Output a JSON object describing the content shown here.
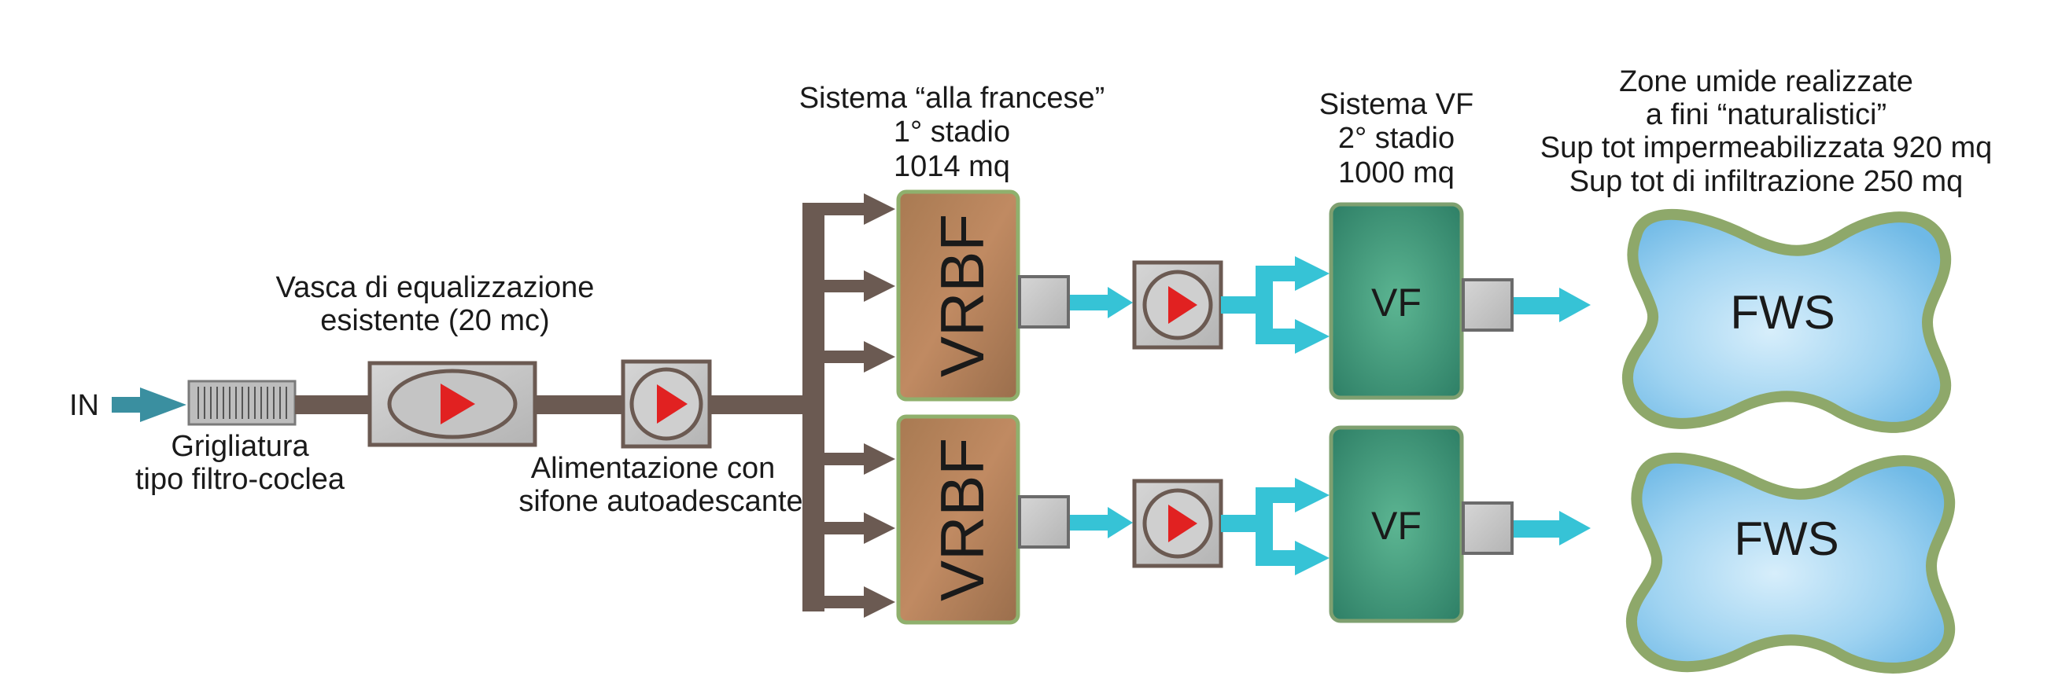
{
  "diagram": {
    "in_label": "IN",
    "screen_label_1": "Grigliatura",
    "screen_label_2": "tipo filtro-coclea",
    "tank_label_1": "Vasca di equalizzazione",
    "tank_label_2": "esistente (20 mc)",
    "siphon_label_1": "Alimentazione con",
    "siphon_label_2": "sifone autoadescante",
    "stage1_label_1": "Sistema “alla francese”",
    "stage1_label_2": "1° stadio",
    "stage1_label_3": "1014 mq",
    "stage2_label_1": "Sistema VF",
    "stage2_label_2": "2° stadio",
    "stage2_label_3": "1000 mq",
    "wetland_label_1": "Zone umide realizzate",
    "wetland_label_2": "a fini “naturalistici”",
    "wetland_label_3": "Sup tot impermeabilizzata 920 mq",
    "wetland_label_4": "Sup tot di infiltrazione 250 mq",
    "vrbf_top": "VRBF",
    "vrbf_bottom": "VRBF",
    "vf_top": "VF",
    "vf_bottom": "VF",
    "fws_top": "FWS",
    "fws_bottom": "FWS"
  },
  "colors": {
    "pipe_brown": "#6b5a52",
    "water_cyan": "#36c3d6",
    "vrbf_fill": "#b8825a",
    "vrbf_border": "#8fb06d",
    "vf_fill": "#3f9c7e",
    "fws_fill": "#9fd6f3",
    "fws_border": "#8ea86a",
    "pump_red": "#e12121",
    "grey_box": "#c8c8c8"
  }
}
